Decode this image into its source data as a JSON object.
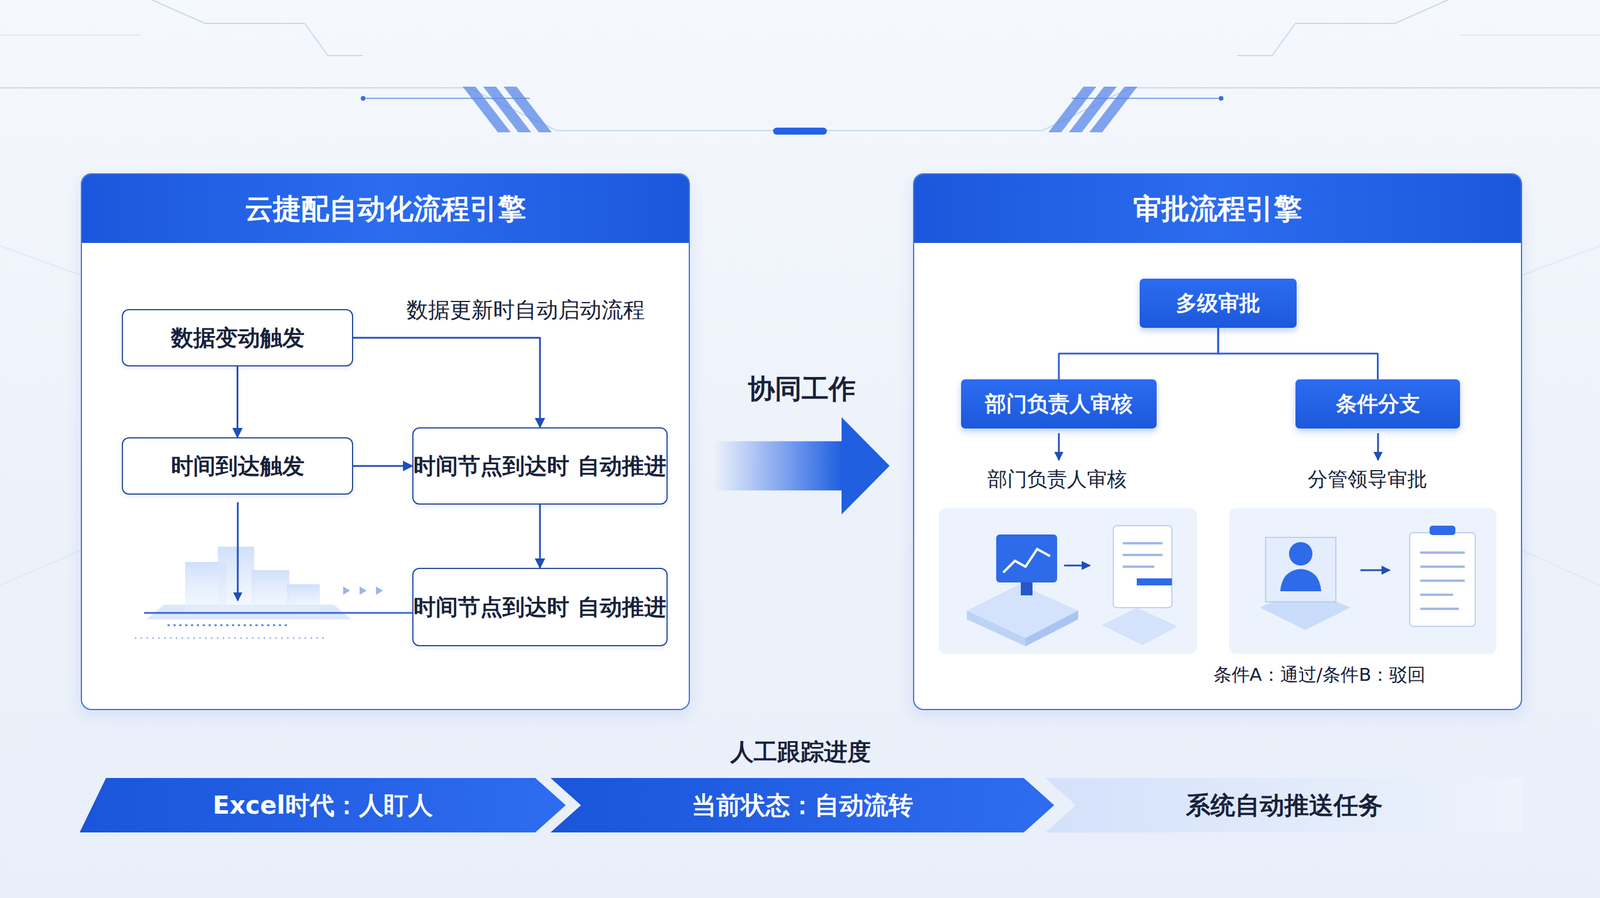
{
  "diagram": {
    "nodes": [
      {
        "text": [
          "云捷配自动化流程引擎"
        ]
      },
      {
        "text": [
          "数据变动触发"
        ],
        "in": 0
      },
      {
        "text": [
          "时间到达触发"
        ],
        "in": 0
      },
      {
        "text": [
          "时间节点到达时 自动推进"
        ],
        "in": 0
      },
      {
        "text": [
          "时间节点到达时 自动推进"
        ],
        "in": 0
      },
      {
        "text": [
          "审批流程引擎"
        ]
      },
      {
        "text": [
          "多级审批"
        ],
        "in": 5
      },
      {
        "text": [
          "部门负责人审核"
        ],
        "in": 5
      },
      {
        "text": [
          "条件分支"
        ],
        "in": 5
      },
      {
        "text": [
          "Excel时代：人盯人"
        ]
      },
      {
        "text": [
          "当前状态：自动流转"
        ]
      },
      {
        "text": [
          "系统自动推送任务"
        ]
      }
    ],
    "edges": [
      {
        "from": 1,
        "to": 2,
        "arrow": "to"
      },
      {
        "from": 1,
        "to": 3,
        "label": "数据更新时自动启动流程",
        "arrow": "to"
      },
      {
        "from": 2,
        "to": 3,
        "arrow": "to"
      },
      {
        "from": 3,
        "to": 4,
        "arrow": "to"
      },
      {
        "from": 0,
        "to": 5,
        "label": "协同工作",
        "arrow": "to"
      },
      {
        "from": 6,
        "to": 7,
        "arrow": "none"
      },
      {
        "from": 6,
        "to": 8,
        "arrow": "none"
      }
    ],
    "labels": [
      "部门负责人审核",
      "分管领导审批",
      "条件A：通过/条件B：驳回",
      "人工跟踪进度"
    ]
  }
}
